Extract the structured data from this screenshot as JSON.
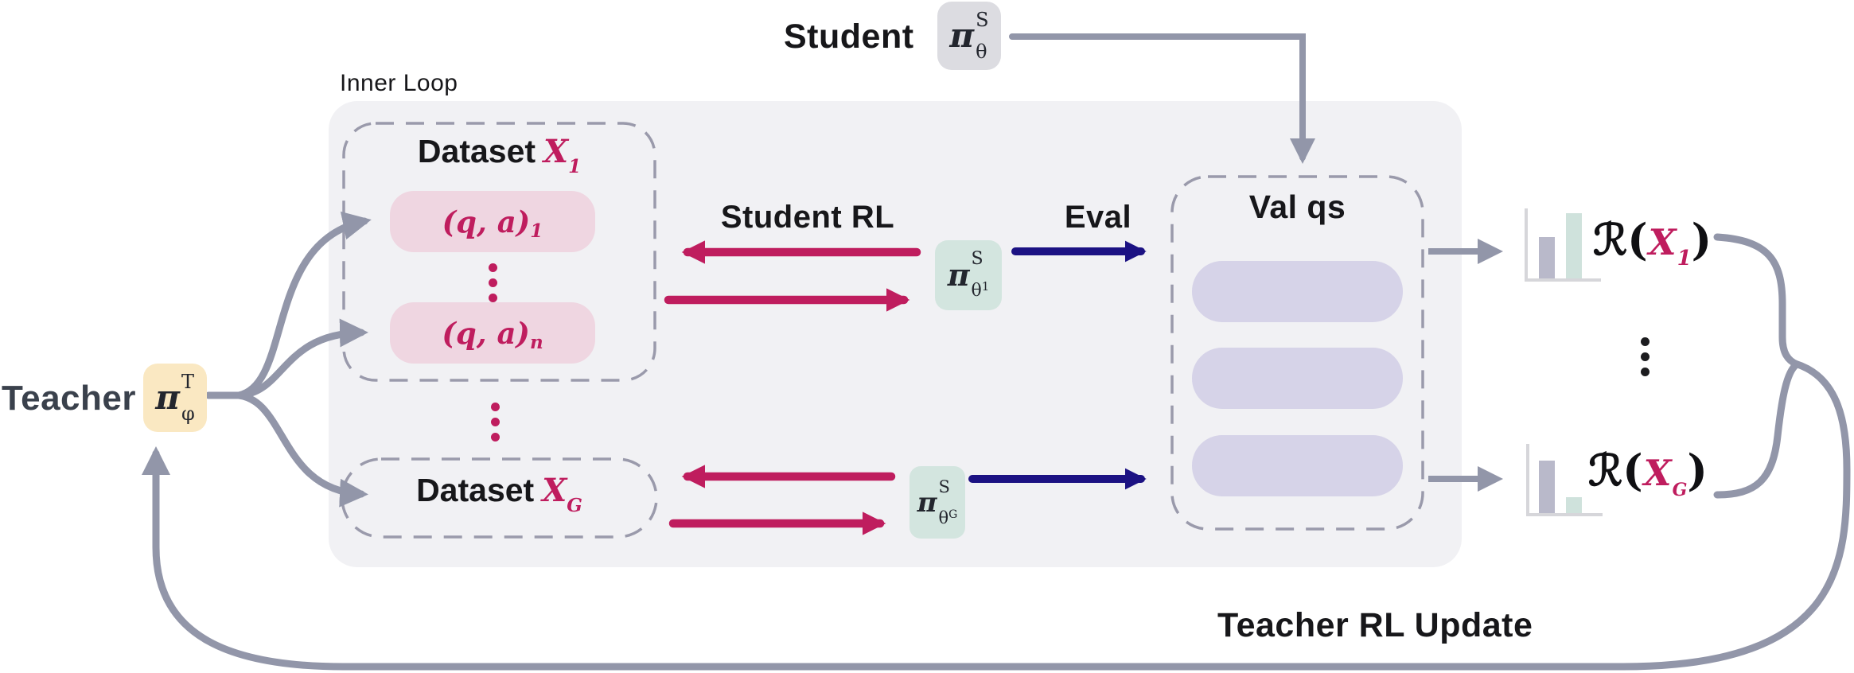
{
  "colors": {
    "background": "#ffffff",
    "inner_loop_bg": "#f1f1f4",
    "dashed_border": "#9a9aab",
    "gray_connector": "#9296a9",
    "magenta_accent": "#bf1d5e",
    "navy_arrow": "#1c1283",
    "pink_box": "#efd6e1",
    "yellow_box": "#fae8c2",
    "mint_box": "#d3e5df",
    "lavender_box": "#d6d3e8",
    "student_box_gray": "#dcdce1",
    "bar_gray": "#b9b9ca",
    "bar_mint": "#cfe2dc"
  },
  "student": {
    "label": "Student",
    "policy": {
      "pi": "π",
      "sup": "S",
      "sub": "θ"
    }
  },
  "teacher": {
    "label": "Teacher",
    "policy": {
      "pi": "π",
      "sup": "T",
      "sub": "φ"
    }
  },
  "inner_loop": {
    "label": "Inner Loop"
  },
  "dataset_1": {
    "title": "Dataset",
    "symbol": "X",
    "subscript": "1",
    "items": [
      {
        "text": "(q, a)",
        "sub": "1"
      },
      {
        "text": "(q, a)",
        "sub": "n"
      }
    ]
  },
  "dataset_G": {
    "title": "Dataset",
    "symbol": "X",
    "subscript": "G"
  },
  "arrows": {
    "student_rl": "Student RL",
    "eval": "Eval",
    "teacher_rl_update": "Teacher RL Update"
  },
  "val_qs": {
    "title": "Val qs",
    "row_count": 3
  },
  "policies": {
    "step1": {
      "pi": "π",
      "sup": "S",
      "sub": "θ",
      "sub_sup": "1"
    },
    "stepG": {
      "pi": "π",
      "sup": "S",
      "sub": "θ",
      "sub_sup": "G"
    }
  },
  "rewards": {
    "r1": {
      "func": "ℛ(",
      "symbol": "X",
      "subscript": "1",
      "close": ")"
    },
    "rG": {
      "func": "ℛ(",
      "symbol": "X",
      "subscript": "G",
      "close": ")"
    }
  }
}
